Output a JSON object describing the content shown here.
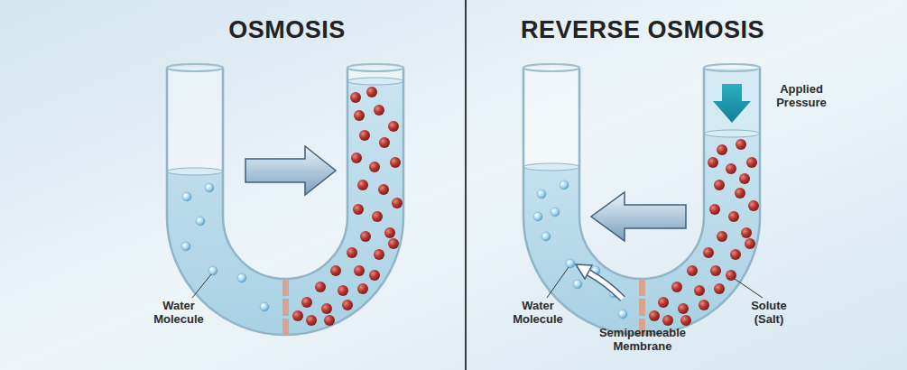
{
  "diagram": {
    "nodes": [
      {
        "text": [
          "OSMOSIS"
        ]
      },
      {
        "text": [
          "REVERSE OSMOSIS"
        ]
      }
    ],
    "labels": [
      "Water Molecule",
      "Applied Pressure",
      "Water Molecule",
      "Semipermeable Membrane",
      "Solute (Salt)"
    ]
  }
}
